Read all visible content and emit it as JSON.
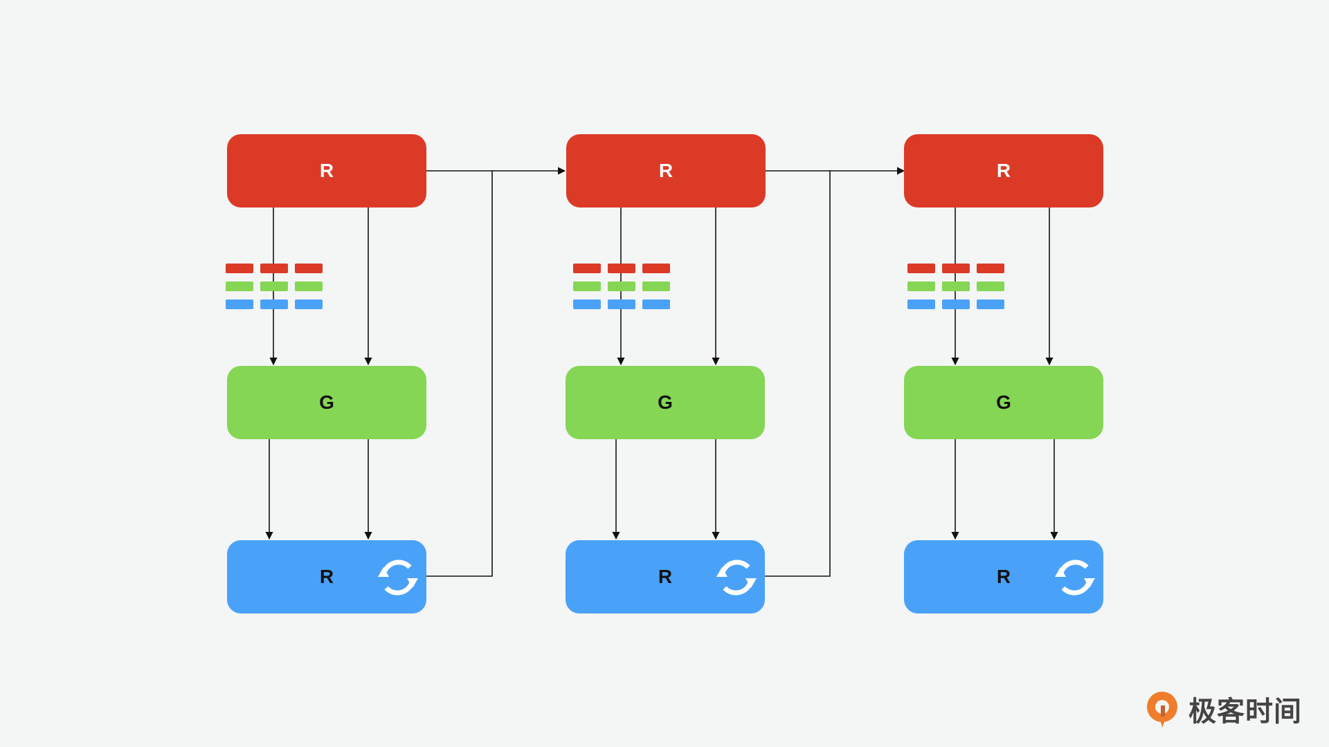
{
  "columns": [
    {
      "top": "R",
      "middle": "G",
      "bottom": "R"
    },
    {
      "top": "R",
      "middle": "G",
      "bottom": "R"
    },
    {
      "top": "R",
      "middle": "G",
      "bottom": "R"
    }
  ],
  "token_rows": [
    "red",
    "green",
    "blue"
  ],
  "token_count_per_row": 3,
  "icons": {
    "bottom_node": "refresh-icon",
    "brand": "geekbang-logo-icon"
  },
  "colors": {
    "background": "#f4f5f5",
    "red": "#db3a27",
    "green": "#85d654",
    "blue": "#4aa2f8",
    "wire": "#111111",
    "brand_orange": "#ef7d2b",
    "brand_text": "#444444"
  },
  "brand": {
    "name": "极客时间"
  }
}
